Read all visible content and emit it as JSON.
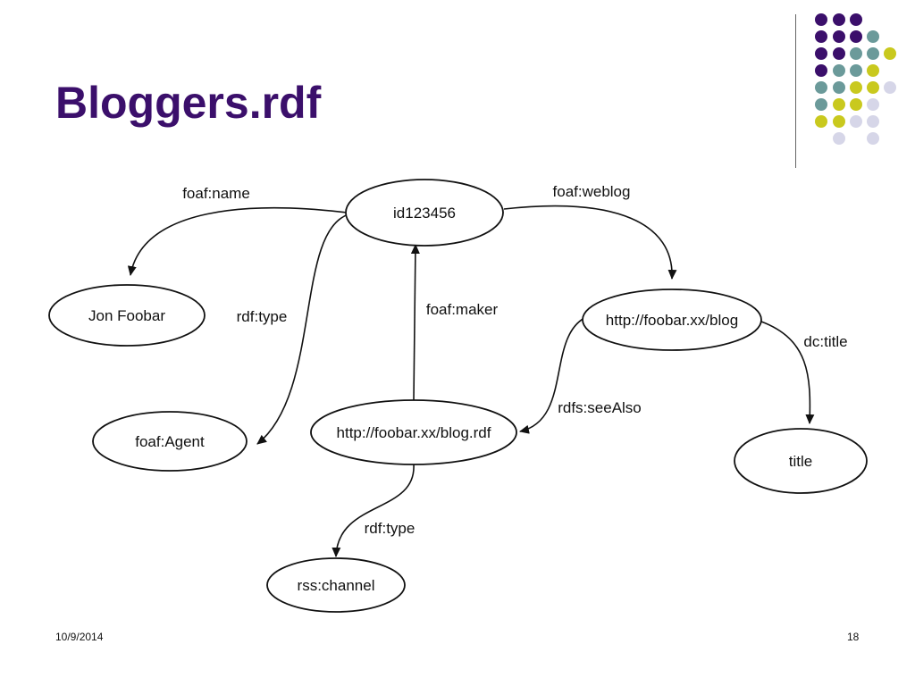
{
  "slide": {
    "title": "Bloggers.rdf",
    "date": "10/9/2014",
    "page_number": "18"
  },
  "theme": {
    "title_color": "#3b0f6b",
    "dot_colors": {
      "purple": "#3b0f6b",
      "teal": "#6b9a9a",
      "yellow": "#c9c91e",
      "lavender": "#d6d6e8"
    }
  },
  "diagram": {
    "nodes": {
      "id123456": "id123456",
      "jon_foobar": "Jon Foobar",
      "foaf_agent": "foaf:Agent",
      "blog_rdf": "http://foobar.xx/blog.rdf",
      "blog": "http://foobar.xx/blog",
      "title": "title",
      "rss_channel": "rss:channel"
    },
    "edges": {
      "foaf_name": "foaf:name",
      "foaf_weblog": "foaf:weblog",
      "rdf_type_agent": "rdf:type",
      "foaf_maker": "foaf:maker",
      "rdfs_seealso": "rdfs:seeAlso",
      "dc_title": "dc:title",
      "rdf_type_channel": "rdf:type"
    }
  }
}
